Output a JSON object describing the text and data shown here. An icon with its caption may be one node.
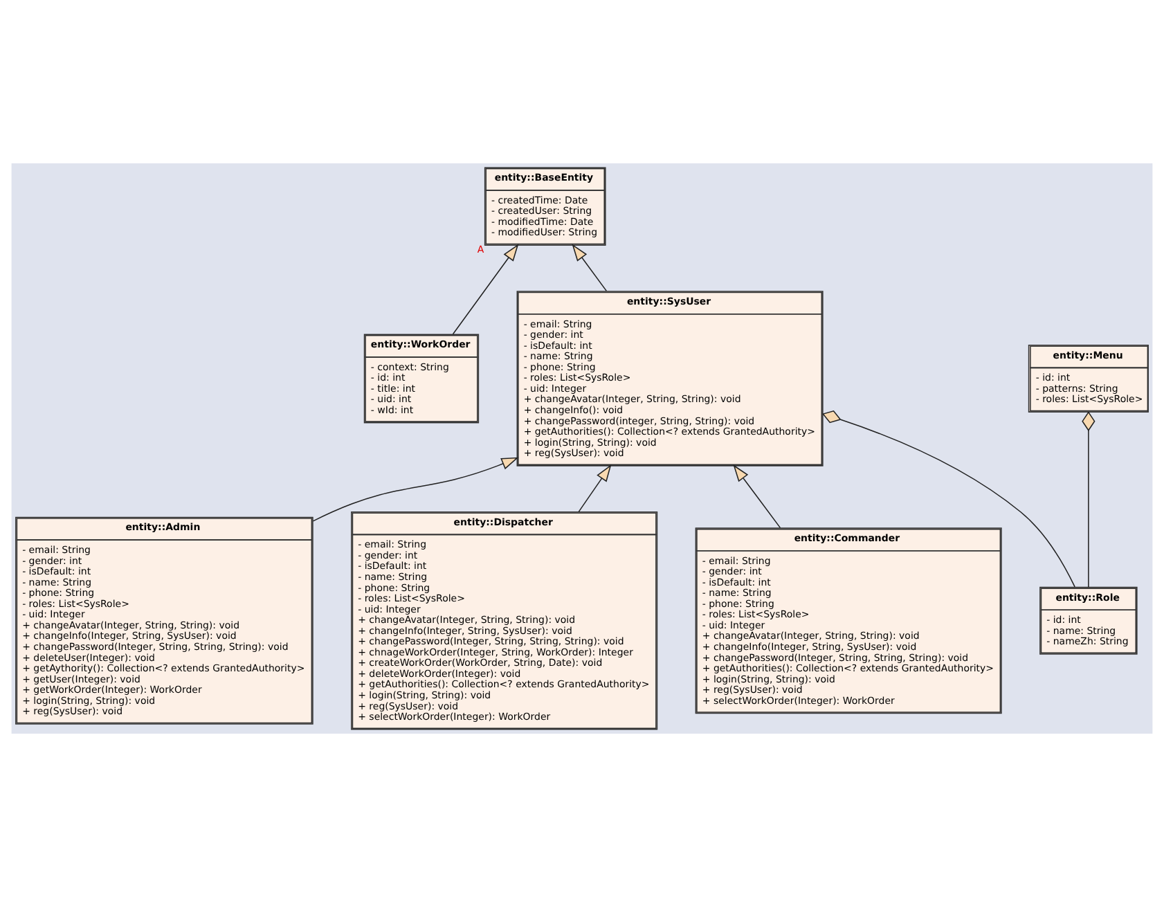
{
  "diagram": {
    "nodes": [
      {
        "text": [
          "entity::WorkOrder",
          "- context: String",
          "- id: int",
          "- title: int",
          "- uid: int",
          "- wId: int"
        ]
      },
      {
        "text": [
          "entity::BaseEntity",
          "- createdTime: Date",
          "- createdUser: String",
          "- modifiedTime: Date",
          "- modifiedUser: String"
        ],
        "beside": [
          "A"
        ]
      },
      {
        "text": [
          "entity::Menu",
          "- id: int",
          "- patterns: String",
          "- roles: List<SysRole>"
        ]
      },
      {
        "text": [
          "entity::SysUser",
          "- email: String",
          "- gender: int",
          "- isDefault: int",
          "- name: String",
          "- phone: String",
          "- roles: List<SysRole>",
          "- uid: Integer",
          "+ changeAvatar(Integer, String, String): void",
          "+ changeInfo(): void",
          "+ changePassword(integer, String, String): void",
          "+ getAuthorities(): Collection<? extends GrantedAuthority>",
          "+ login(String, String): void",
          "+ reg(SysUser): void"
        ]
      },
      {
        "text": [
          "entity::Admin",
          "- email: String",
          "- gender: int",
          "- isDefault: int",
          "- name: String",
          "- phone: String",
          "- roles: List<SysRole>",
          "- uid: Integer",
          "+ changeAvatar(Integer, String, String): void",
          "+ changeInfo(Integer, String, SysUser): void",
          "+ changePassword(Integer, String, String, String): void",
          "+ deleteUser(Integer): void",
          "+ getAythority(): Collection<? extends GrantedAuthority>",
          "+ getUser(Integer): void",
          "+ getWorkOrder(Integer): WorkOrder",
          "+ login(String, String): void",
          "+ reg(SysUser): void"
        ]
      },
      {
        "text": [
          "entity::Role",
          "- id: int",
          "- name: String",
          "- nameZh: String"
        ]
      },
      {
        "text": [
          "entity::Dispatcher",
          "- email: String",
          "- gender: int",
          "- isDefault: int",
          "- name: String",
          "- phone: String",
          "- roles: List<SysRole>",
          "- uid: Integer",
          "+ changeAvatar(Integer, String, String): void",
          "+ changeInfo(Integer, String, SysUser): void",
          "+ changePassword(Integer, String, String, String): void",
          "+ chnageWorkOrder(Integer, String, WorkOrder): Integer",
          "+ createWorkOrder(WorkOrder, String, Date): void",
          "+ deleteWorkOrder(Integer): void",
          "+ getAuthorities(): Collection<? extends GrantedAuthority>",
          "+ login(String, String): void",
          "+ reg(SysUser): void",
          "+ selectWorkOrder(Integer): WorkOrder"
        ]
      },
      {
        "text": [
          "entity::Commander",
          "- email: String",
          "- gender: int",
          "- isDefault: int",
          "- name: String",
          "- phone: String",
          "- roles: List<SysRole>",
          "- uid: Integer",
          "+ changeAvatar(Integer, String, String): void",
          "+ changeInfo(Integer, String, SysUser): void",
          "+ changePassword(Integer, String, String, String): void",
          "+ getAuthorities(): Collection<? extends GrantedAuthority>",
          "+ login(String, String): void",
          "+ reg(SysUser): void",
          "+ selectWorkOrder(Integer): WorkOrder"
        ]
      }
    ],
    "edges": [
      {
        "from": 0,
        "to": 1,
        "arrow": "to"
      },
      {
        "from": 3,
        "to": 1,
        "arrow": "to"
      },
      {
        "from": 5,
        "to": 2,
        "arrow": "other"
      },
      {
        "from": 5,
        "to": 3,
        "arrow": "other"
      },
      {
        "from": 4,
        "to": 3,
        "arrow": "to"
      },
      {
        "from": 6,
        "to": 3,
        "arrow": "to"
      },
      {
        "from": 7,
        "to": 3,
        "arrow": "to"
      }
    ]
  }
}
